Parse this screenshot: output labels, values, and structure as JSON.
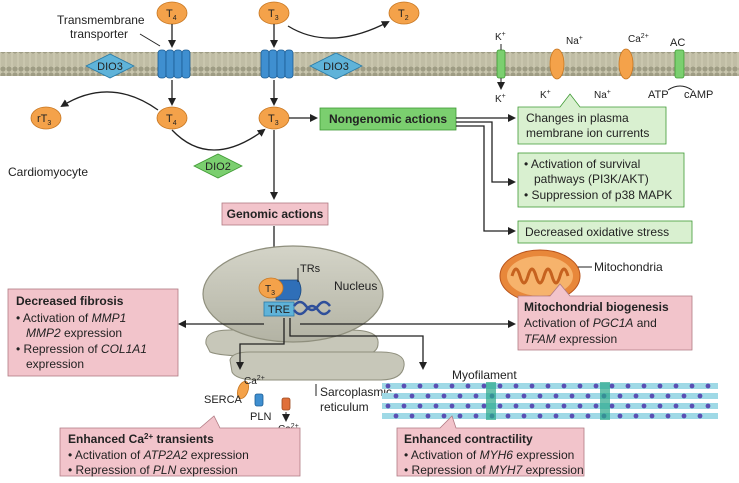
{
  "hormones": {
    "t4": "T",
    "t4_sub": "4",
    "t3": "T",
    "t3_sub": "3",
    "t2_sub": "2",
    "rt3_prefix": "rT",
    "rt3_sub": "3"
  },
  "transporter_label_line1": "Transmembrane",
  "transporter_label_line2": "transporter",
  "enzymes": {
    "dio3": "DIO3",
    "dio2": "DIO2"
  },
  "cell_label": "Cardiomyocyte",
  "ions": {
    "k": "K",
    "k_sup": "+",
    "na": "Na",
    "na_sup": "+",
    "ca": "Ca",
    "ca_sup": "2+",
    "ac": "AC",
    "atp": "ATP",
    "camp": "cAMP"
  },
  "nongenomic_title": "Nongenomic actions",
  "genomic_title": "Genomic actions",
  "effects": {
    "ion_currents_line1": "Changes in plasma",
    "ion_currents_line2": "membrane ion currents",
    "survival_line1": "• Activation of survival",
    "survival_line2": "pathways (PI3K/AKT)",
    "survival_line3": "• Suppression of p38 MAPK",
    "oxidative": "Decreased oxidative stress"
  },
  "mitochondria_label": "Mitochondria",
  "nucleus": {
    "trs": "TRs",
    "nucleus": "Nucleus",
    "tre": "TRE"
  },
  "fibrosis": {
    "title": "Decreased fibrosis",
    "l1": "• Activation of ",
    "l1_gene": "MMP1",
    "l2_gene": "MMP2",
    "l2": " expression",
    "l3": "• Repression of ",
    "l3_gene": "COL1A1",
    "l4": "expression"
  },
  "biogenesis": {
    "title": "Mitochondrial biogenesis",
    "l1": "Activation of ",
    "l1_gene": "PGC1A",
    "l1_tail": " and",
    "l2_gene": "TFAM",
    "l2": " expression"
  },
  "sr": {
    "serca": "SERCA",
    "pln": "PLN",
    "sarco_line1": "Sarcoplasmic",
    "sarco_line2": "reticulum"
  },
  "myofilament_label": "Myofilament",
  "calcium": {
    "title": "Enhanced Ca",
    "title_sup": "2+",
    "title_tail": " transients",
    "l1": "• Activation of ",
    "l1_gene": "ATP2A2",
    "l1_tail": " expression",
    "l2": "• Repression of ",
    "l2_gene": "PLN",
    "l2_tail": " expression"
  },
  "contractility": {
    "title": "Enhanced contractility",
    "l1": "• Activation of ",
    "l1_gene": "MYH6",
    "l1_tail": " expression",
    "l2": "• Repression of ",
    "l2_gene": "MYH7",
    "l2_tail": " expression"
  },
  "colors": {
    "hormone": "#f4a24a",
    "enzyme": "#5fb3d9",
    "green_box": "#7bcf6f",
    "light_green": "#d9f0d0",
    "pink": "#f2c4cb",
    "membrane": "#b9b9a0"
  }
}
